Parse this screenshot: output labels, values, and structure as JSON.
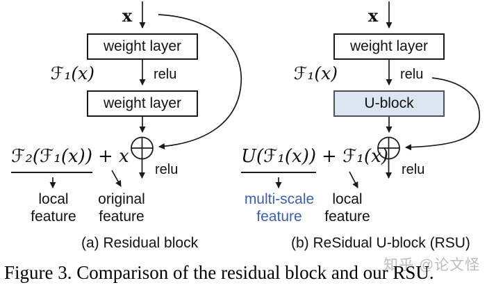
{
  "figure": {
    "caption": "Figure 3. Comparison of the residual block and our RSU.",
    "watermark": "知乎 @论文怪"
  },
  "colors": {
    "line": "#1a1a1a",
    "ublock_fill": "#dbe6f2",
    "ublock_border": "#4a5058",
    "multiscale_blue": "#3c5fa8",
    "watermark_gray": "#bcbcbc"
  },
  "diagram_a": {
    "caption": "(a) Residual block",
    "input_label": "x",
    "weight_layer_1": "weight layer",
    "weight_layer_2": "weight layer",
    "relu_top": "relu",
    "relu_bottom": "relu",
    "f1_label": "ℱ₁(x)",
    "formula_underlined": "ℱ₂(ℱ₁(x))",
    "formula_rest": "+ x",
    "local_feature": "local feature",
    "original_feature": "original feature"
  },
  "diagram_b": {
    "caption": "(b) ReSidual U-block (RSU)",
    "input_label": "x",
    "weight_layer_1": "weight layer",
    "u_block": "U-block",
    "relu_top": "relu",
    "relu_bottom": "relu",
    "f1_label": "ℱ₁(x)",
    "formula_underlined": "U(ℱ₁(x))",
    "formula_rest": "+ ℱ₁(x)",
    "multiscale_feature": "multi-scale feature",
    "local_feature": "local feature"
  }
}
